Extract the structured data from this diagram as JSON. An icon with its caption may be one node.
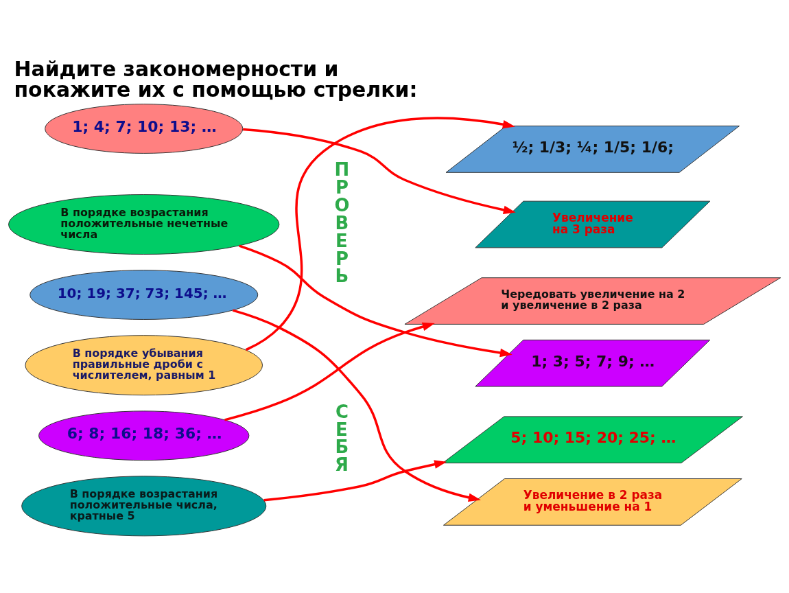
{
  "diagram": {
    "title": "Найдите закономерности и покажите их с помощью стрелки:",
    "nodes": [
      {
        "text": [
          "1; 4; 7; 10; 13; …"
        ]
      },
      {
        "text": [
          "В порядке возрастания положительные нечетные числа"
        ]
      },
      {
        "text": [
          "10; 19; 37; 73; 145; …"
        ]
      },
      {
        "text": [
          "В порядке убывания правильные дроби с числителем, равным 1"
        ]
      },
      {
        "text": [
          "6; 8; 16; 18; 36; …"
        ]
      },
      {
        "text": [
          "В порядке возрастания положительные числа, кратные 5"
        ]
      },
      {
        "text": [
          "½; 1/3; ¼; 1/5; 1/6;"
        ]
      },
      {
        "text": [
          "Увеличение на 3 раза"
        ]
      },
      {
        "text": [
          "Чередовать увеличение на 2 и увеличение в 2 раза"
        ]
      },
      {
        "text": [
          "1; 3; 5; 7; 9; …"
        ]
      },
      {
        "text": [
          "5; 10; 15; 20; 25; …"
        ]
      },
      {
        "text": [
          "Увеличение в 2 раза и уменьшение на 1"
        ]
      }
    ],
    "edges": [
      {
        "from": 0,
        "to": 7,
        "arrow": "to"
      },
      {
        "from": 1,
        "to": 9,
        "arrow": "to"
      },
      {
        "from": 2,
        "to": 11,
        "arrow": "to"
      },
      {
        "from": 3,
        "to": 6,
        "arrow": "to"
      },
      {
        "from": 4,
        "to": 8,
        "arrow": "to"
      },
      {
        "from": 5,
        "to": 10,
        "arrow": "to"
      }
    ],
    "labels": [
      "ПРОВЕРЬ",
      "СЕБЯ"
    ]
  }
}
